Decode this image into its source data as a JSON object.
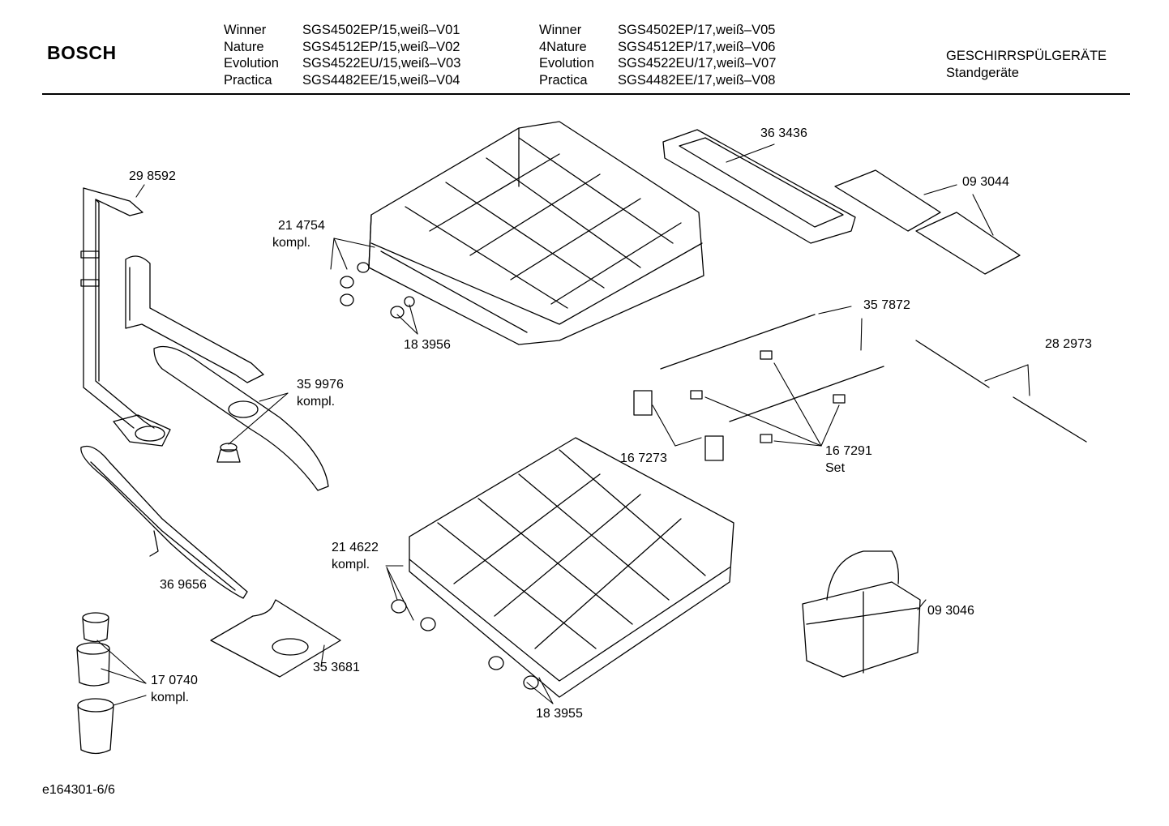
{
  "header": {
    "brand": "BOSCH",
    "models_left": [
      {
        "line": "Winner",
        "model": "SGS4502EP/15,weiß–V01"
      },
      {
        "line": "Nature",
        "model": "SGS4512EP/15,weiß–V02"
      },
      {
        "line": "Evolution",
        "model": "SGS4522EU/15,weiß–V03"
      },
      {
        "line": "Practica",
        "model": "SGS4482EE/15,weiß–V04"
      }
    ],
    "models_right": [
      {
        "line": "Winner",
        "model": "SGS4502EP/17,weiß–V05"
      },
      {
        "line": "4Nature",
        "model": "SGS4512EP/17,weiß–V06"
      },
      {
        "line": "Evolution",
        "model": "SGS4522EU/17,weiß–V07"
      },
      {
        "line": "Practica",
        "model": "SGS4482EE/17,weiß–V08"
      }
    ],
    "category": "GESCHIRRSPÜLGERÄTE",
    "subcategory": "Standgeräte"
  },
  "parts": [
    {
      "number": "29 8592"
    },
    {
      "number": "21 4754",
      "note": "kompl."
    },
    {
      "number": "18 3956"
    },
    {
      "number": "35 9976",
      "note": "kompl."
    },
    {
      "number": "36 9656"
    },
    {
      "number": "17 0740",
      "note": "kompl."
    },
    {
      "number": "35 3681"
    },
    {
      "number": "21 4622",
      "note": "kompl."
    },
    {
      "number": "18 3955"
    },
    {
      "number": "36 3436"
    },
    {
      "number": "09 3044"
    },
    {
      "number": "35 7872"
    },
    {
      "number": "28 2973"
    },
    {
      "number": "16 7273"
    },
    {
      "number": "16 7291",
      "note": "Set"
    },
    {
      "number": "09 3046"
    }
  ],
  "footer": {
    "doc_id": "e164301-6/6"
  }
}
